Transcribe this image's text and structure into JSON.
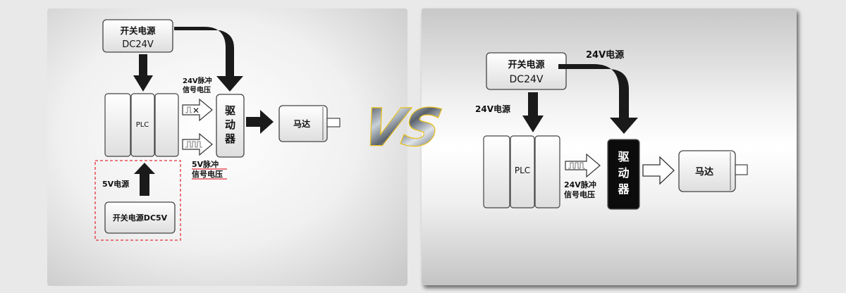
{
  "left": {
    "power_top_line1": "开关电源",
    "power_top_line2": "DC24V",
    "plc_label": "PLC",
    "signal_24v_line1": "24V脉冲",
    "signal_24v_line2": "信号电压",
    "signal_24v_blocked_mark": "✕",
    "driver_chars": [
      "驱",
      "动",
      "器"
    ],
    "motor_label": "马达",
    "power_5v_label": "5V电源",
    "power_bottom_label": "开关电源DC5V",
    "signal_5v_line1": "5V脉冲",
    "signal_5v_line2": "信号电压"
  },
  "vs_label": "VS",
  "right": {
    "power_line1": "开关电源",
    "power_line2": "DC24V",
    "driver_power_label": "24V电源",
    "plc_power_label": "24V电源",
    "plc_label": "PLC",
    "signal_line1": "24V脉冲",
    "signal_line2": "信号电压",
    "driver_chars": [
      "驱",
      "动",
      "器"
    ],
    "motor_label": "马达"
  },
  "colors": {
    "arrow": "#1a1a1a",
    "dashed_box": "#e0303a",
    "underline": "#e0303a",
    "vs_outline": "#e8c020"
  }
}
